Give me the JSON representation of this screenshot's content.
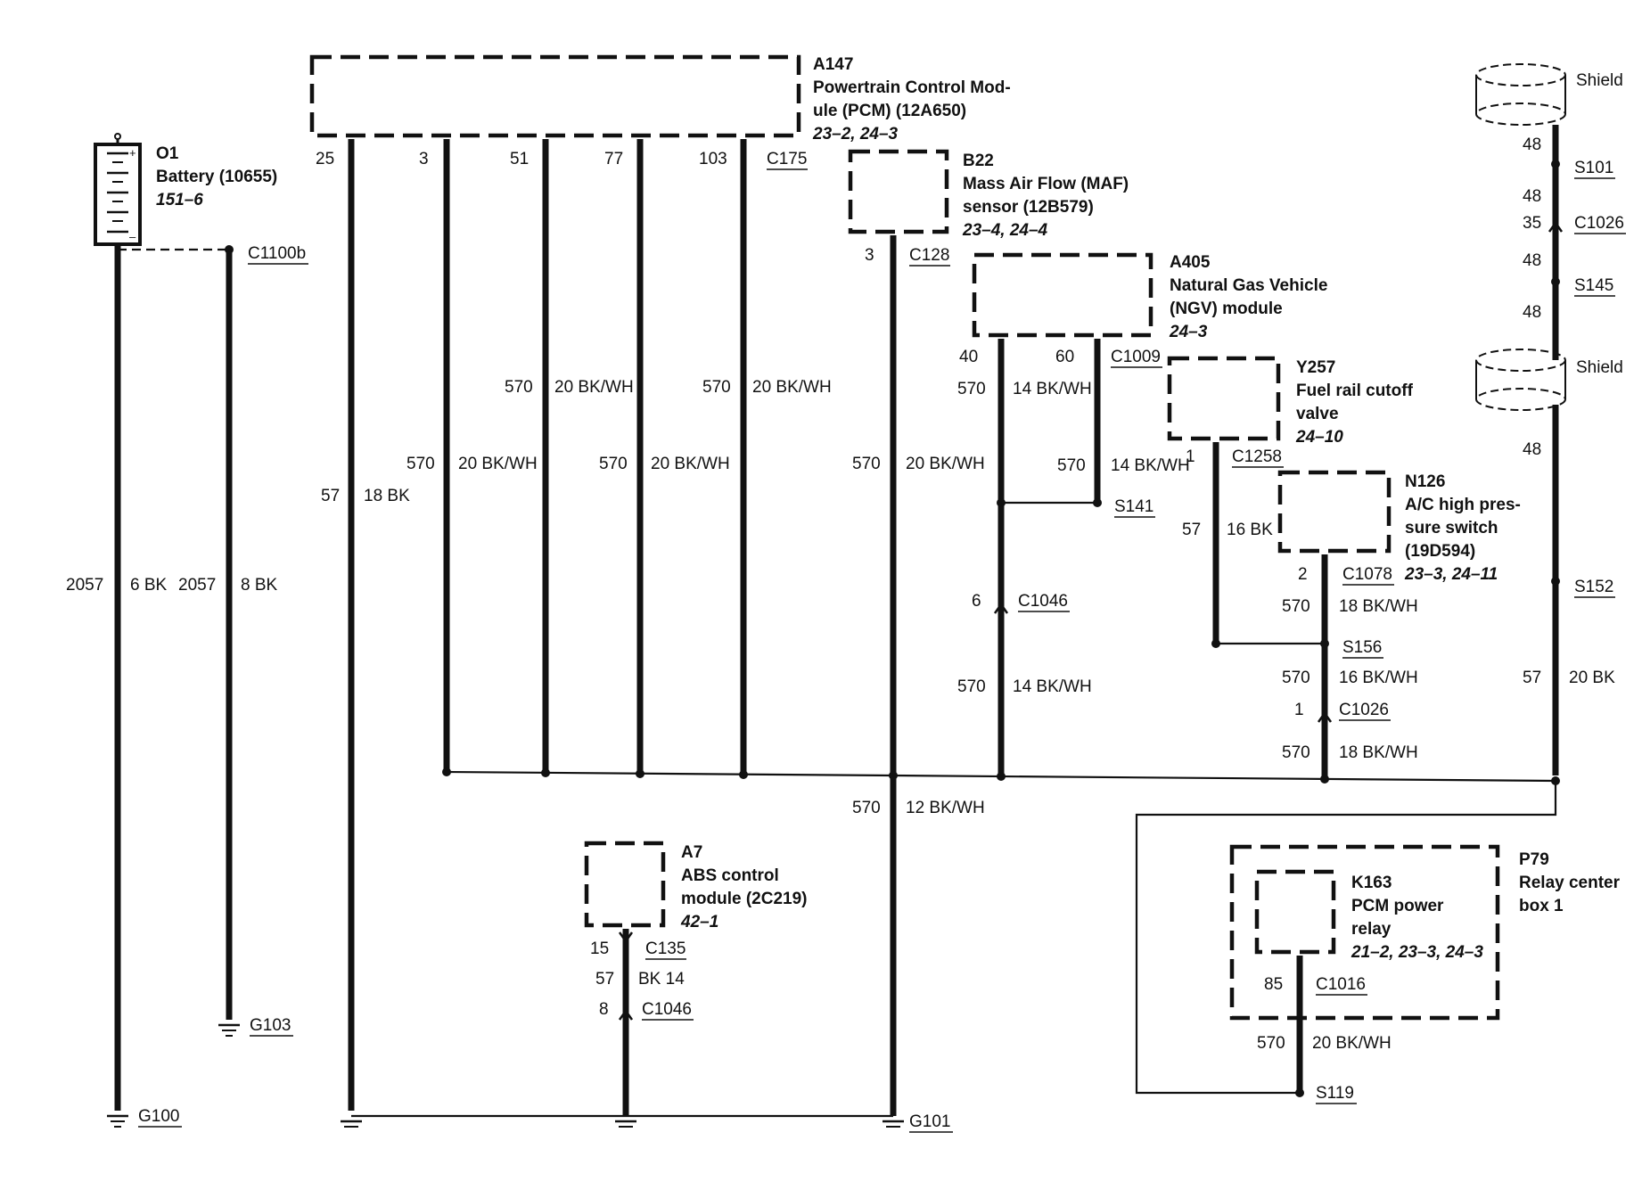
{
  "components": {
    "pcm": {
      "id": "A147",
      "name1": "Powertrain Control Mod-",
      "name2": "ule (PCM) (12A650)",
      "ref": "23–2, 24–3"
    },
    "battery": {
      "id": "O1",
      "name": "Battery (10655)",
      "ref": "151–6"
    },
    "maf": {
      "id": "B22",
      "name1": "Mass Air Flow (MAF)",
      "name2": "sensor (12B579)",
      "ref": "23–4, 24–4"
    },
    "ngv": {
      "id": "A405",
      "name1": "Natural Gas Vehicle",
      "name2": "(NGV) module",
      "ref": "24–3"
    },
    "fuel": {
      "id": "Y257",
      "name1": "Fuel rail cutoff",
      "name2": "valve",
      "ref": "24–10"
    },
    "ac": {
      "id": "N126",
      "name1": "A/C high pres-",
      "name2": "sure switch",
      "name3": "(19D594)",
      "ref": "23–3, 24–11"
    },
    "abs": {
      "id": "A7",
      "name1": "ABS control",
      "name2": "module (2C219)",
      "ref": "42–1"
    },
    "relaybox": {
      "id": "P79",
      "name1": "Relay center",
      "name2": "box 1"
    },
    "relay": {
      "id": "K163",
      "name1": "PCM power",
      "name2": "relay",
      "ref": "21–2, 23–3, 24–3"
    },
    "shield": "Shield"
  },
  "labels": {
    "pcm_pin25": "25",
    "pcm_pin3": "3",
    "pcm_pin51": "51",
    "pcm_pin77": "77",
    "pcm_pin103": "103",
    "c175": "C175",
    "c1100b": "C1100b",
    "c128": "C128",
    "maf_pin3": "3",
    "ngv_pin40": "40",
    "ngv_pin60": "60",
    "c1009": "C1009",
    "fuel_pin1": "1",
    "c1258": "C1258",
    "ac_pin2": "2",
    "c1078": "C1078",
    "s101": "S101",
    "c1026_top": "C1026",
    "s145": "S145",
    "s152": "S152",
    "n48a": "48",
    "n48b": "48",
    "n35": "35",
    "n48c": "48",
    "n48d": "48",
    "n48e": "48",
    "s141": "S141",
    "s156": "S156",
    "c1046_ngv": "C1046",
    "c1046_ngv_pin": "6",
    "c1026_ac": "C1026",
    "c1026_ac_pin": "1",
    "c135": "C135",
    "abs_pin15": "15",
    "c1046_abs": "C1046",
    "abs_pin8": "8",
    "c1016": "C1016",
    "relay_pin85": "85",
    "s119": "S119",
    "g100": "G100",
    "g101": "G101",
    "g103": "G103",
    "w2057a": "2057",
    "w6bk": "6 BK",
    "w2057b": "2057",
    "w8bk": "8 BK",
    "w57a": "57",
    "w18bk": "18 BK",
    "w570a": "570",
    "w20bkwh_a": "20 BK/WH",
    "w570b": "570",
    "w20bkwh_b": "20 BK/WH",
    "w570c": "570",
    "w20bkwh_c": "20 BK/WH",
    "w570d": "570",
    "w20bkwh_d": "20 BK/WH",
    "w570e": "570",
    "w20bkwh_e": "20 BK/WH",
    "w570f": "570",
    "w14bkwh_f": "14 BK/WH",
    "w570g": "570",
    "w14bkwh_g": "14 BK/WH",
    "w570h": "570",
    "w14bkwh_h": "14 BK/WH",
    "w57b": "57",
    "w16bk": "16 BK",
    "w570i": "570",
    "w18bkwh_i": "18 BK/WH",
    "w570j": "570",
    "w16bkwh_j": "16 BK/WH",
    "w570k": "570",
    "w18bkwh_k": "18 BK/WH",
    "w57c": "57",
    "w20bk": "20 BK",
    "w570l": "570",
    "w12bkwh": "12 BK/WH",
    "w57d": "57",
    "wbk14": "BK 14",
    "w570m": "570",
    "w20bkwh_m": "20 BK/WH"
  }
}
